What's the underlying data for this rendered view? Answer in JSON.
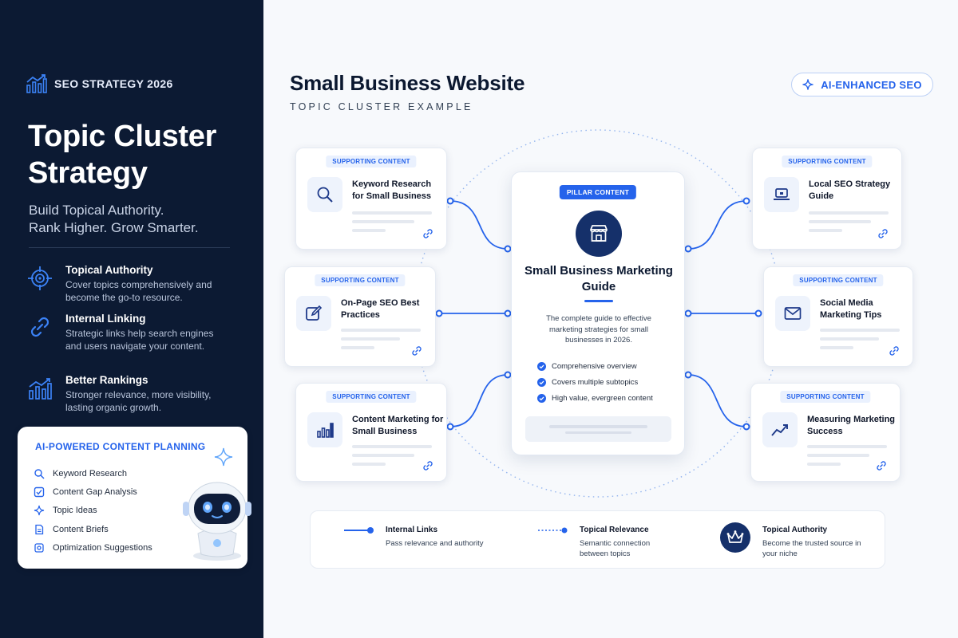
{
  "left": {
    "brand": "SEO STRATEGY 2026",
    "hero_title": "Topic Cluster Strategy",
    "hero_subtitle_lines": [
      "Build Topical Authority.",
      "Rank Higher. Grow Smarter."
    ],
    "features": [
      {
        "icon": "target-icon",
        "title": "Topical Authority",
        "desc": "Cover topics comprehensively and become the go-to resource."
      },
      {
        "icon": "link-icon",
        "title": "Internal Linking",
        "desc": "Strategic links help search engines and users navigate your content."
      },
      {
        "icon": "growth-chart-icon",
        "title": "Better Rankings",
        "desc": "Stronger relevance, more visibility, lasting organic growth."
      }
    ],
    "ai_card": {
      "title": "AI-POWERED CONTENT PLANNING",
      "items": [
        {
          "icon": "search-icon",
          "label": "Keyword Research"
        },
        {
          "icon": "checkbox-icon",
          "label": "Content Gap Analysis"
        },
        {
          "icon": "sparkle-icon",
          "label": "Topic Ideas"
        },
        {
          "icon": "document-icon",
          "label": "Content Briefs"
        },
        {
          "icon": "gear-icon",
          "label": "Optimization Suggestions"
        }
      ]
    }
  },
  "main": {
    "title": "Small Business Website",
    "subtitle": "TOPIC CLUSTER EXAMPLE",
    "badge": "AI-ENHANCED SEO",
    "pillar": {
      "tag": "PILLAR CONTENT",
      "title": "Small Business Marketing Guide",
      "desc": "The complete guide to effective marketing strategies for small businesses in 2026.",
      "checks": [
        "Comprehensive overview",
        "Covers multiple subtopics",
        "High value, evergreen content"
      ]
    },
    "supporting_tag": "SUPPORTING CONTENT",
    "cards": [
      {
        "icon": "search-icon",
        "title": "Keyword Research for Small Business"
      },
      {
        "icon": "edit-icon",
        "title": "On-Page SEO Best Practices"
      },
      {
        "icon": "bar-chart-icon",
        "title": "Content Marketing for Small Business"
      },
      {
        "icon": "laptop-icon",
        "title": "Local SEO Strategy Guide"
      },
      {
        "icon": "mail-icon",
        "title": "Social Media Marketing Tips"
      },
      {
        "icon": "trend-icon",
        "title": "Measuring Marketing Success"
      }
    ],
    "legend": [
      {
        "icon": "solid-line-icon",
        "title": "Internal Links",
        "desc": "Pass relevance and authority"
      },
      {
        "icon": "dotted-line-icon",
        "title": "Topical Relevance",
        "desc": "Semantic connection between topics"
      },
      {
        "icon": "crown-icon",
        "title": "Topical Authority",
        "desc": "Become the trusted source in your niche"
      }
    ]
  },
  "colors": {
    "panel": "#0c1a33",
    "accent": "#2563eb",
    "navy": "#15306a",
    "background": "#f7f9fc"
  }
}
